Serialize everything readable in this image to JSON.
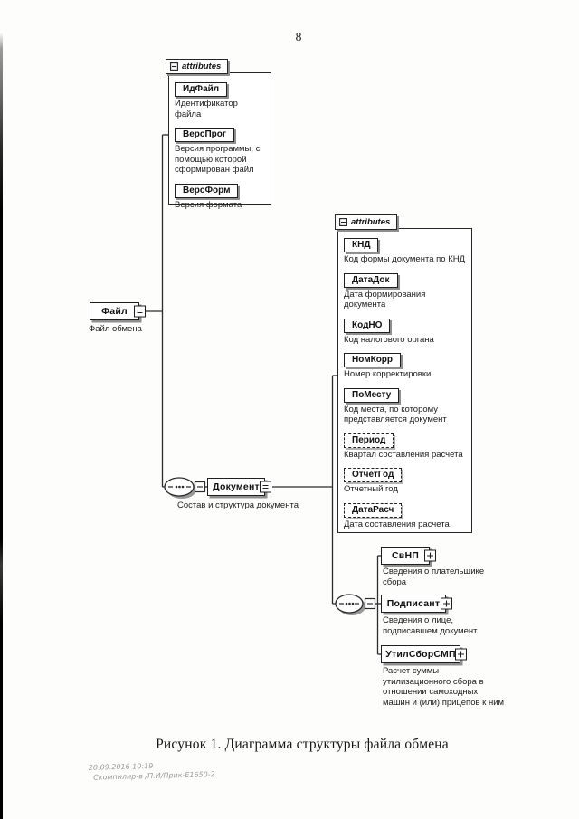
{
  "page": {
    "number": "8",
    "figure_caption": "Рисунок 1. Диаграмма структуры файла обмена",
    "footer": {
      "line1": "20.09.2016 10:19",
      "line2": "Скомпилир-в /П.И/Прик-Е1650-2"
    }
  },
  "diagram": {
    "root": {
      "name": "Файл",
      "caption": "Файл обмена"
    },
    "file_attributes": {
      "tab_label": "attributes",
      "items": [
        {
          "name": "ИдФайл",
          "caption": "Идентификатор файла",
          "optional": false
        },
        {
          "name": "ВерсПрог",
          "caption": "Версия программы, с\nпомощью которой\nсформирован файл",
          "optional": false
        },
        {
          "name": "ВерсФорм",
          "caption": "Версия формата",
          "optional": false
        }
      ]
    },
    "document": {
      "name": "Документ",
      "caption": "Состав и структура документа"
    },
    "document_attributes": {
      "tab_label": "attributes",
      "items": [
        {
          "name": "КНД",
          "caption": "Код формы документа по КНД",
          "optional": false
        },
        {
          "name": "ДатаДок",
          "caption": "Дата формирования\nдокумента",
          "optional": false
        },
        {
          "name": "КодНО",
          "caption": "Код налогового органа",
          "optional": false
        },
        {
          "name": "НомКорр",
          "caption": "Номер корректировки",
          "optional": false
        },
        {
          "name": "ПоМесту",
          "caption": "Код места, по которому\nпредставляется документ",
          "optional": false
        },
        {
          "name": "Период",
          "caption": "Квартал составления расчета",
          "optional": true
        },
        {
          "name": "ОтчетГод",
          "caption": "Отчетный год",
          "optional": true
        },
        {
          "name": "ДатаРасч",
          "caption": "Дата составления расчета",
          "optional": true
        }
      ]
    },
    "children": [
      {
        "name": "СвНП",
        "caption": "Сведения о плательщике\nсбора"
      },
      {
        "name": "Подписант",
        "caption": "Сведения о лице,\nподписавшем документ"
      },
      {
        "name": "УтилСборСМП",
        "caption": "Расчет суммы\nутилизационного сбора в\nотношении самоходных\nмашин и (или) прицепов к ним"
      }
    ]
  },
  "colors": {
    "ink": "#1b1b1b",
    "box_shadow": "#8f8f8f",
    "paper": "#fdfdfc"
  }
}
